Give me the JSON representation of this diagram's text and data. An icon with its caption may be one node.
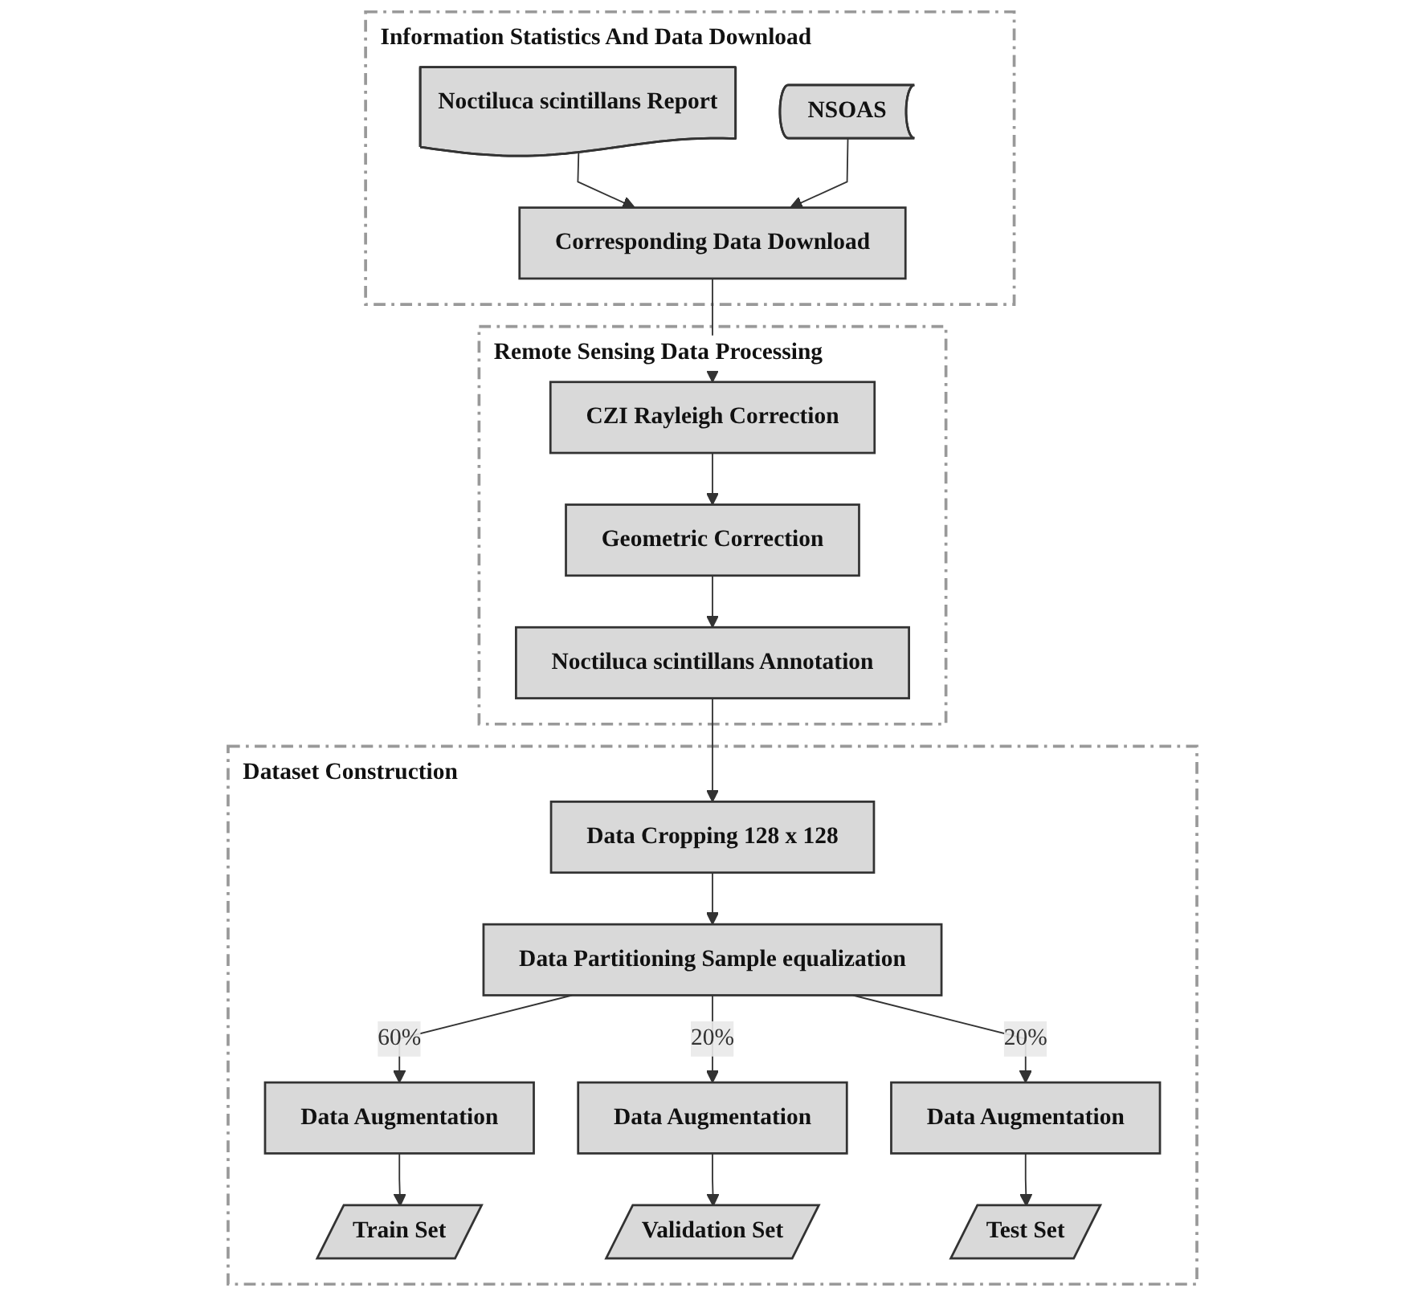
{
  "diagram": {
    "nodes": [
      {
        "text": [
          "Information Statistics And Data Download"
        ]
      },
      {
        "text": [
          "Noctiluca scintillans Report"
        ],
        "in": 0
      },
      {
        "text": [
          "NSOAS"
        ],
        "in": 0
      },
      {
        "text": [
          "Corresponding Data Download"
        ],
        "in": 0
      },
      {
        "text": [
          "Remote Sensing Data Processing"
        ]
      },
      {
        "text": [
          "CZI Rayleigh Correction"
        ],
        "in": 4
      },
      {
        "text": [
          "Geometric Correction"
        ],
        "in": 4
      },
      {
        "text": [
          "Noctiluca scintillans Annotation"
        ],
        "in": 4
      },
      {
        "text": [
          "Dataset Construction"
        ]
      },
      {
        "text": [
          "Data Cropping 128 x 128"
        ],
        "in": 8
      },
      {
        "text": [
          "Data Partitioning Sample equalization"
        ],
        "in": 8
      },
      {
        "text": [
          "Data Augmentation"
        ],
        "in": 8
      },
      {
        "text": [
          "Data Augmentation"
        ],
        "in": 8
      },
      {
        "text": [
          "Data Augmentation"
        ],
        "in": 8
      },
      {
        "text": [
          "Train Set"
        ],
        "in": 8
      },
      {
        "text": [
          "Validation Set"
        ],
        "in": 8
      },
      {
        "text": [
          "Test Set"
        ],
        "in": 8
      }
    ],
    "edges": [
      {
        "from": 1,
        "to": 3,
        "arrow": "to"
      },
      {
        "from": 2,
        "to": 3,
        "arrow": "to"
      },
      {
        "from": 3,
        "to": 5,
        "arrow": "to"
      },
      {
        "from": 5,
        "to": 6,
        "arrow": "to"
      },
      {
        "from": 6,
        "to": 7,
        "arrow": "to"
      },
      {
        "from": 7,
        "to": 9,
        "arrow": "to"
      },
      {
        "from": 9,
        "to": 10,
        "arrow": "to"
      },
      {
        "from": 10,
        "to": 11,
        "label": "60%",
        "arrow": "to"
      },
      {
        "from": 10,
        "to": 12,
        "label": "20%",
        "arrow": "to"
      },
      {
        "from": 10,
        "to": 13,
        "label": "20%",
        "arrow": "to"
      },
      {
        "from": 11,
        "to": 14,
        "arrow": "to"
      },
      {
        "from": 12,
        "to": 15,
        "arrow": "to"
      },
      {
        "from": 13,
        "to": 16,
        "arrow": "to"
      }
    ]
  }
}
